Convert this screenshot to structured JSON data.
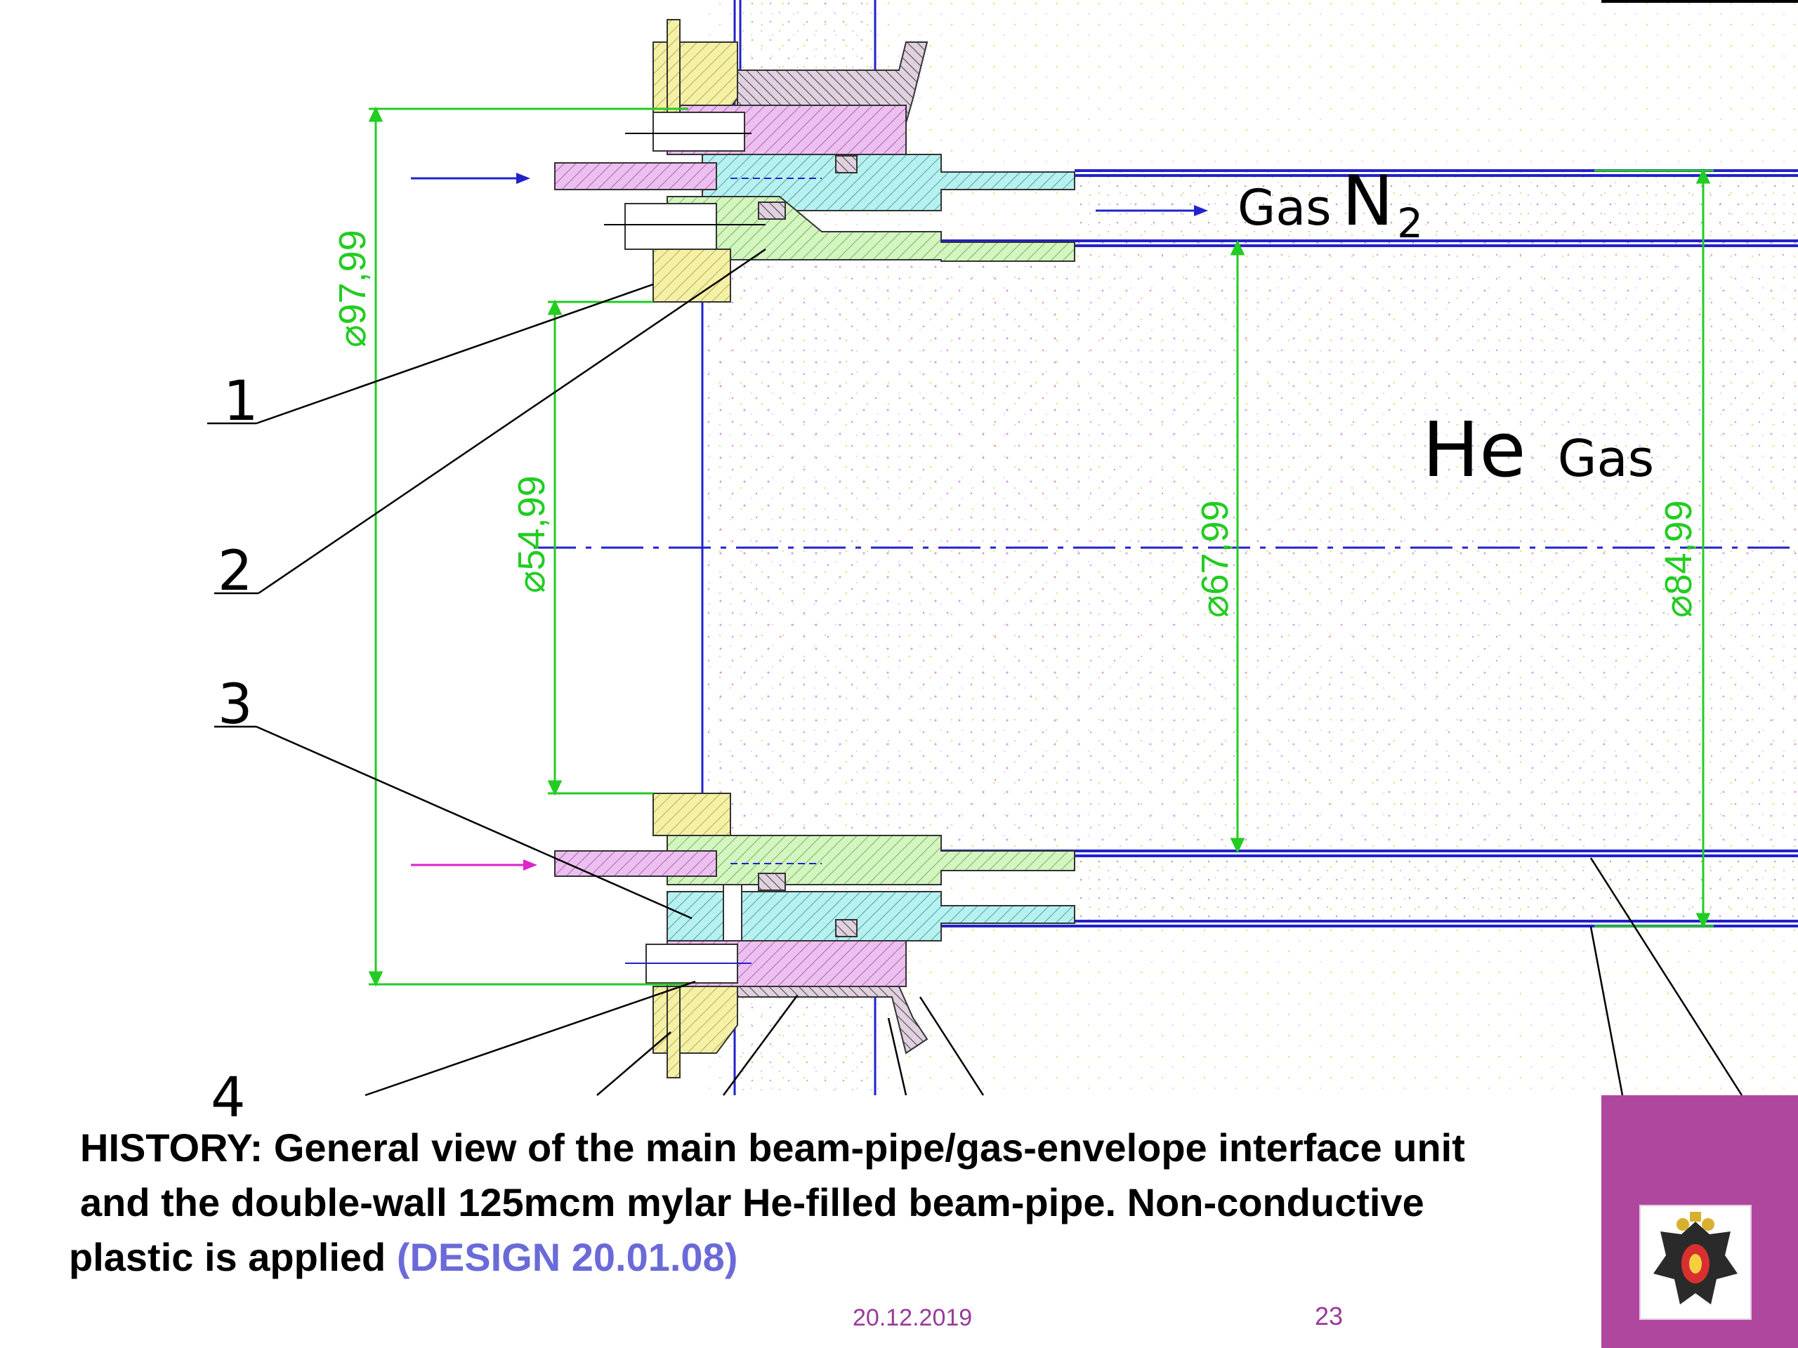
{
  "drawing": {
    "dimensions": {
      "d97": "⌀97,99",
      "d54": "⌀54,99",
      "d67": "⌀67,99",
      "d84": "⌀84,99"
    },
    "labels": {
      "gas_n2_gas": "Gas",
      "gas_n2_symbol": "N",
      "gas_n2_sub": "2",
      "he_symbol": "He",
      "he_gas": "Gas"
    },
    "callouts": [
      "1",
      "2",
      "3",
      "4"
    ]
  },
  "caption": {
    "line1": "HISTORY: General view of the main beam-pipe/gas-envelope interface unit",
    "line2": "and  the double-wall 125mcm mylar  He-filled beam-pipe.  Non-conductive",
    "line3": "plastic is applied ",
    "design": "(DESIGN 20.01.08)"
  },
  "footer": {
    "date": "20.12.2019",
    "page": "23"
  },
  "colors": {
    "dimension": "#22cc22",
    "pipe": "#2222cc",
    "flange_magenta": "#e0a0e8",
    "flange_cyan": "#a8ecec",
    "flange_green": "#c8f0b0",
    "flange_yellow": "#f2efa0",
    "accent": "#b0479f"
  }
}
